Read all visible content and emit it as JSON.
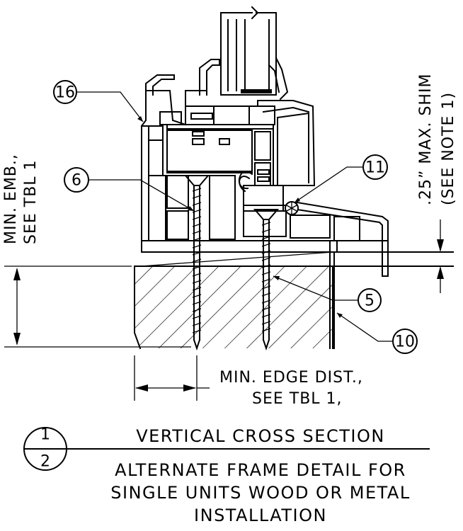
{
  "callouts": {
    "c16": "16",
    "c6": "6",
    "c11": "11",
    "c5": "5",
    "c10": "10"
  },
  "labels": {
    "min_emb_line1": "MIN. EMB.,",
    "min_emb_line2": "SEE TBL 1",
    "shim_line1": ".25” MAX. SHIM",
    "shim_line2": "(SEE NOTE 1)",
    "edge_line1": "MIN. EDGE DIST.,",
    "edge_line2": "SEE TBL 1,"
  },
  "title": {
    "detail_number": "1",
    "sheet_number": "2",
    "heading": "VERTICAL CROSS SECTION",
    "line1": "ALTERNATE FRAME DETAIL FOR",
    "line2": "SINGLE UNITS WOOD OR METAL",
    "line3": "INSTALLATION"
  }
}
